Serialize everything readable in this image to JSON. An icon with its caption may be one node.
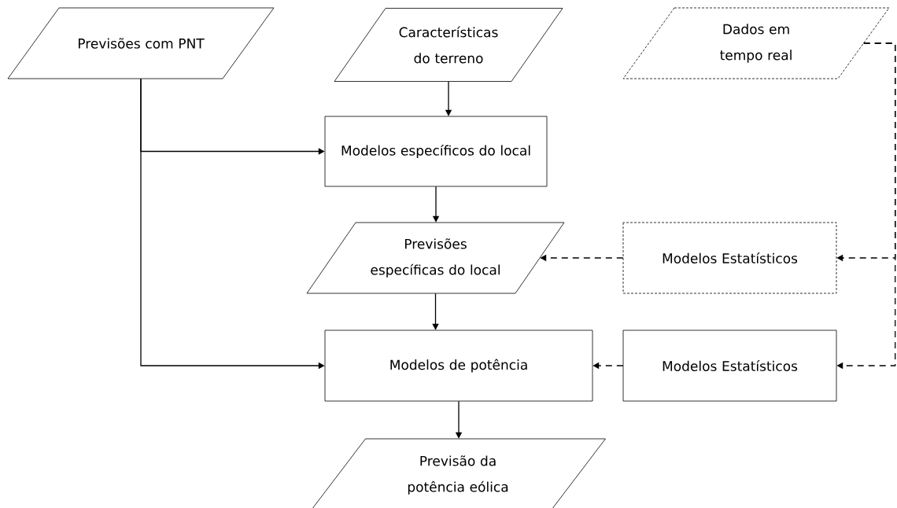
{
  "diagram": {
    "nodes": [
      {
        "text": [
          "Previsões com PNT"
        ]
      },
      {
        "text": [
          "Características do terreno"
        ]
      },
      {
        "text": [
          "Dados em tempo real"
        ]
      },
      {
        "text": [
          "Modelos específicos do local"
        ]
      },
      {
        "text": [
          "Previsões específicas do local"
        ]
      },
      {
        "text": [
          "Modelos Estatísticos"
        ]
      },
      {
        "text": [
          "Modelos de potência"
        ]
      },
      {
        "text": [
          "Modelos Estatísticos"
        ]
      },
      {
        "text": [
          "Previsão da potência eólica"
        ]
      }
    ],
    "edges": [
      {
        "from": 0,
        "to": 3,
        "arrow": "to"
      },
      {
        "from": 0,
        "to": 6,
        "arrow": "to"
      },
      {
        "from": 1,
        "to": 3,
        "arrow": "to"
      },
      {
        "from": 3,
        "to": 4,
        "arrow": "to"
      },
      {
        "from": 4,
        "to": 6,
        "arrow": "to"
      },
      {
        "from": 6,
        "to": 8,
        "arrow": "to"
      },
      {
        "from": 2,
        "to": 5,
        "arrow": "to",
        "style": "dashed"
      },
      {
        "from": 2,
        "to": 7,
        "arrow": "to",
        "style": "dashed"
      },
      {
        "from": 5,
        "to": 4,
        "arrow": "to",
        "style": "dashed"
      },
      {
        "from": 7,
        "to": 6,
        "arrow": "to",
        "style": "dashed"
      }
    ]
  }
}
